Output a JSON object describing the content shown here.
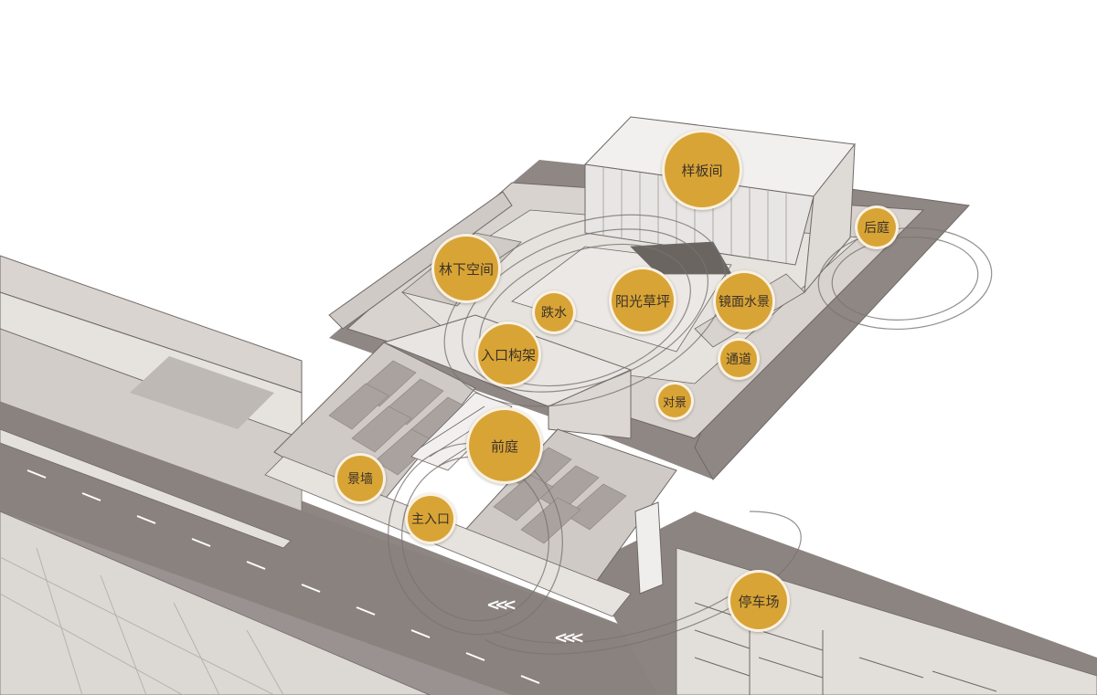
{
  "colors": {
    "accent": "#d9a436",
    "road": "#8c8480",
    "road_dark": "#7a726e",
    "wall": "#d6d1cd",
    "building": "#eeecea",
    "line": "#6e6866",
    "lawn": "#e4e0dc",
    "dark_band": "#8f8784"
  },
  "labels": {
    "sample_room": "样板间",
    "back_court": "后庭",
    "under_forest": "林下空间",
    "cascade": "跌水",
    "sunlight_lawn": "阳光草坪",
    "mirror_water": "镜面水景",
    "entrance_frame": "入口构架",
    "passage": "通道",
    "opposite_view": "对景",
    "front_court": "前庭",
    "feature_wall": "景墙",
    "main_entrance": "主入口",
    "parking": "停车场"
  },
  "road_markers": {
    "chevron_1": "<<<",
    "chevron_2": "<<<"
  }
}
